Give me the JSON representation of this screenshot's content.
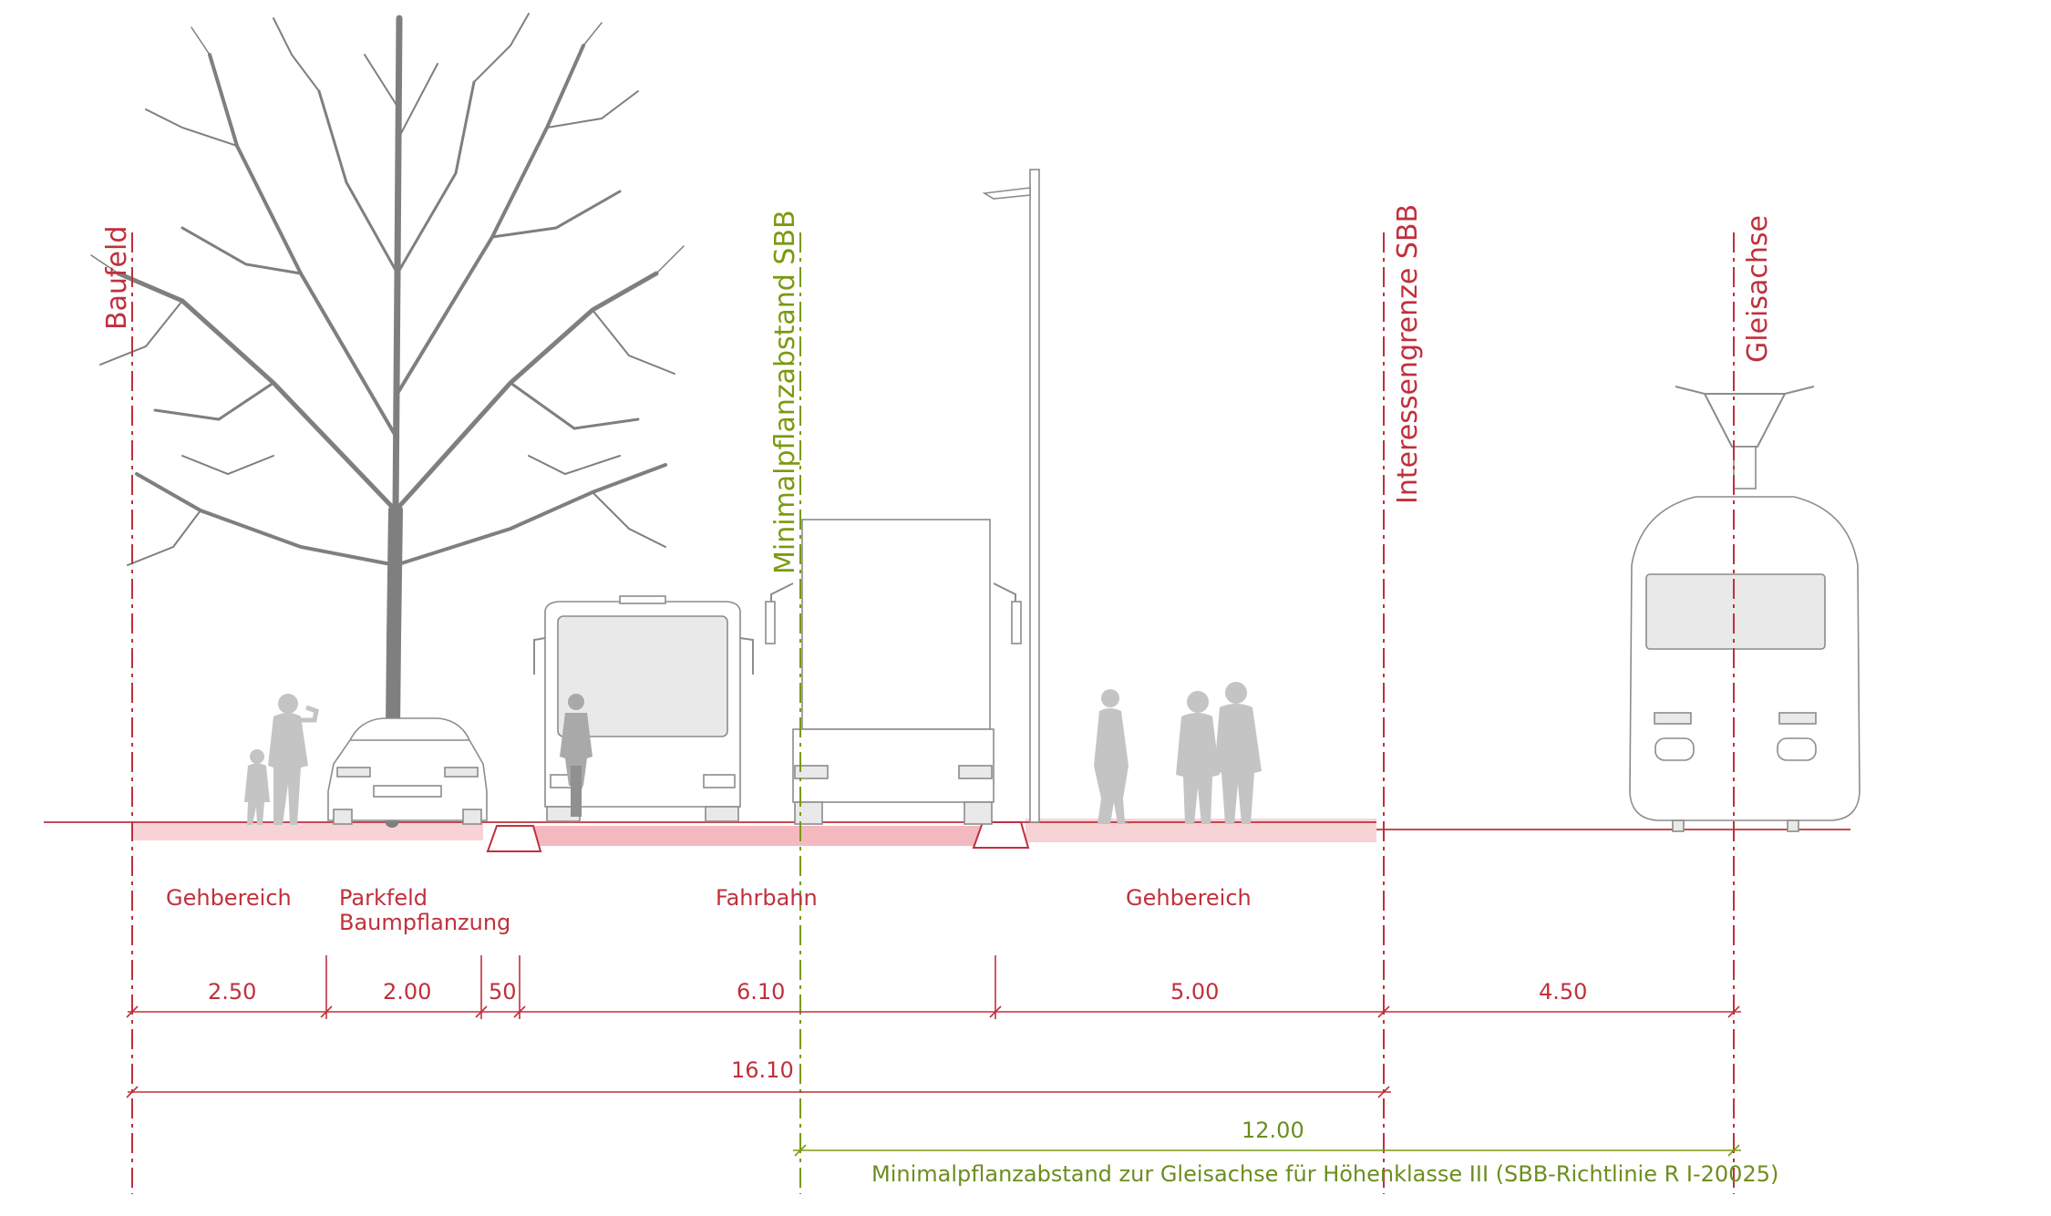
{
  "axes": {
    "baufeld": "Baufeld",
    "minimal": "Minimalpflanzabstand SBB",
    "interessen": "Interessengrenze SBB",
    "gleisachse": "Gleisachse"
  },
  "zones": {
    "gehbereich_left": "Gehbereich",
    "parkfeld_1": "Parkfeld",
    "parkfeld_2": "Baumpflanzung",
    "fahrbahn": "Fahrbahn",
    "gehbereich_right": "Gehbereich"
  },
  "dimensions": {
    "d1": "2.50",
    "d2": "2.00",
    "d3": "50",
    "d4": "6.10",
    "d5": "5.00",
    "d6": "4.50",
    "total": "16.10",
    "green": "12.00"
  },
  "note": "Minimalpflanzabstand zur Gleisachse für Höhenklasse III (SBB-Richtlinie R I-20025)",
  "colors": {
    "red": "#c0303c",
    "green": "#7a9a10",
    "grey": "#8c8c8c",
    "pink": "#f5c9cc"
  }
}
